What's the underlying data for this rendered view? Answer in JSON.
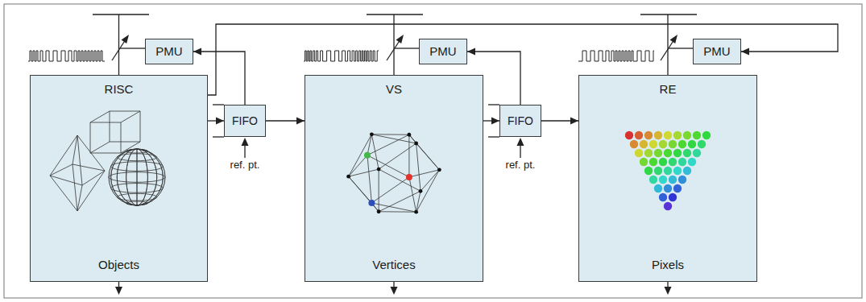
{
  "diagram": {
    "nodes": [
      {
        "text": [
          "RISC",
          "Objects"
        ]
      },
      {
        "text": [
          "PMU"
        ]
      },
      {
        "text": [
          "FIFO"
        ]
      },
      {
        "text": [
          "VS",
          "Vertices"
        ]
      },
      {
        "text": [
          "PMU"
        ]
      },
      {
        "text": [
          "FIFO"
        ]
      },
      {
        "text": [
          "RE",
          "Pixels"
        ]
      },
      {
        "text": [
          "PMU"
        ]
      }
    ],
    "edges": [
      {
        "from": 0,
        "to": 2,
        "arrow": "to"
      },
      {
        "from": 2,
        "to": 3,
        "arrow": "to"
      },
      {
        "from": 3,
        "to": 5,
        "arrow": "to"
      },
      {
        "from": 5,
        "to": 6,
        "arrow": "to"
      },
      {
        "from": 2,
        "to": 1,
        "arrow": "to"
      },
      {
        "from": 5,
        "to": 4,
        "arrow": "to"
      },
      {
        "from": 0,
        "to": 7,
        "arrow": "to"
      }
    ],
    "labels": [
      "ref. pt.",
      "ref. pt."
    ]
  }
}
